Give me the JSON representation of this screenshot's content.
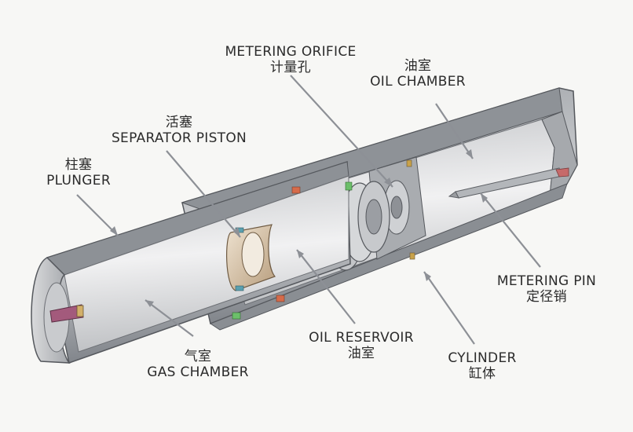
{
  "labels": {
    "metering_orifice": {
      "en": "METERING ORIFICE",
      "zh": "计量孔"
    },
    "oil_chamber": {
      "zh": "油室",
      "en": "OIL CHAMBER"
    },
    "separator_piston": {
      "zh": "活塞",
      "en": "SEPARATOR PISTON"
    },
    "plunger": {
      "zh": "柱塞",
      "en": "PLUNGER"
    },
    "metering_pin": {
      "en": "METERING PIN",
      "zh": "定径销"
    },
    "gas_chamber": {
      "zh": "气室",
      "en": "GAS CHAMBER"
    },
    "oil_reservoir": {
      "en": "OIL RESERVOIR",
      "zh": "油室"
    },
    "cylinder": {
      "en": "CYLINDER",
      "zh": "缸体"
    }
  },
  "colors": {
    "metal_light": "#e4e5e7",
    "metal_mid": "#b9bcc0",
    "metal_dark": "#7d8187",
    "edge": "#56595e",
    "piston": "#d9c7ad",
    "leader": "#8d9096"
  }
}
